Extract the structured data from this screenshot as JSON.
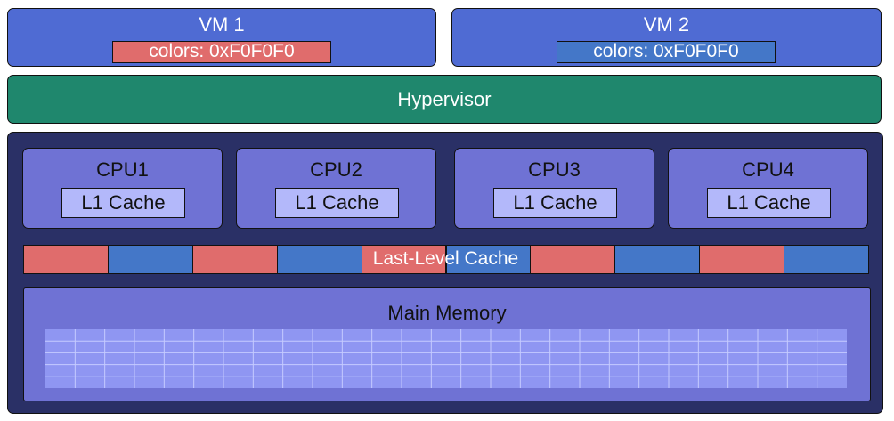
{
  "vm1": {
    "title": "VM 1",
    "colors": "colors: 0xF0F0F0",
    "color": "#e06c6c"
  },
  "vm2": {
    "title": "VM 2",
    "colors": "colors: 0xF0F0F0",
    "color": "#4477c8"
  },
  "hypervisor": {
    "label": "Hypervisor"
  },
  "cpus": [
    {
      "label": "CPU1",
      "cache": "L1 Cache"
    },
    {
      "label": "CPU2",
      "cache": "L1 Cache"
    },
    {
      "label": "CPU3",
      "cache": "L1 Cache"
    },
    {
      "label": "CPU4",
      "cache": "L1 Cache"
    }
  ],
  "llc": {
    "label": "Last-Level Cache",
    "segments": [
      "vm1",
      "vm2",
      "vm1",
      "vm2",
      "vm1",
      "vm2",
      "vm1",
      "vm2",
      "vm1",
      "vm2"
    ]
  },
  "memory": {
    "label": "Main Memory"
  }
}
